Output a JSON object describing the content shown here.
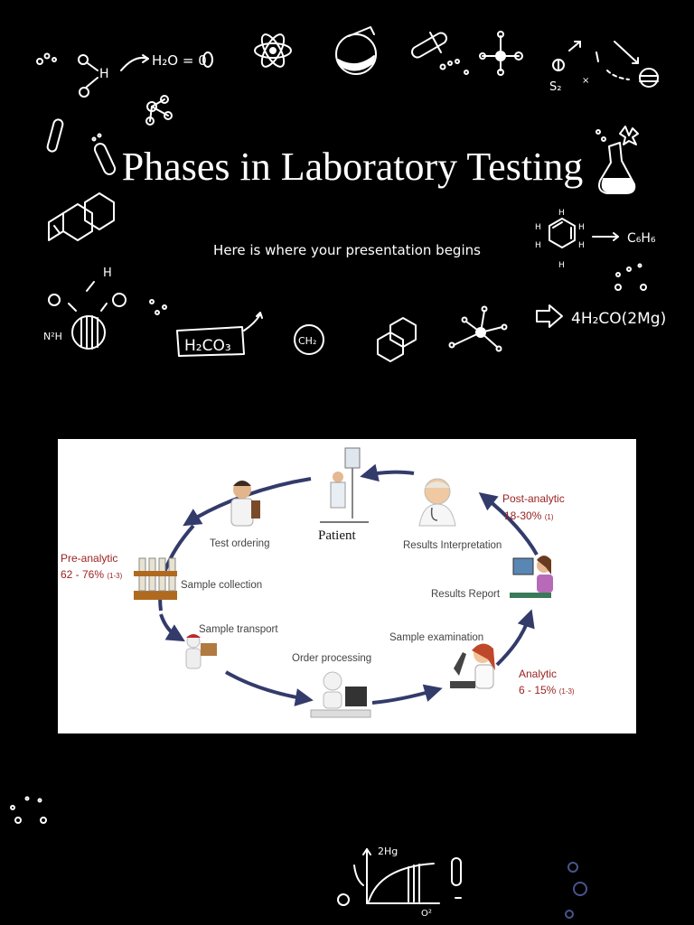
{
  "slide": {
    "title": "Phases in Laboratory Testing",
    "subtitle": "Here is where your presentation begins"
  },
  "doodle_text": {
    "water": "H₂O = 0",
    "s2": "S₂",
    "benzene_product": "C₆H₆",
    "formula": "4H₂CO(2Mg)",
    "carbonic": "H₂CO₃",
    "ch2": "CH₂",
    "n2h": "N²H",
    "h": "H",
    "hg": "2Hg",
    "o2": "O²"
  },
  "diagram": {
    "center": "Patient",
    "steps": [
      "Test ordering",
      "Sample collection",
      "Sample transport",
      "Order processing",
      "Sample examination",
      "Results Report",
      "Results Interpretation"
    ],
    "phases": [
      {
        "name": "Pre-analytic",
        "range": "62 - 76%",
        "ref": "(1-3)"
      },
      {
        "name": "Analytic",
        "range": "6 - 15%",
        "ref": "(1-3)"
      },
      {
        "name": "Post-analytic",
        "range": "18-30%",
        "ref": "(1)"
      }
    ]
  }
}
